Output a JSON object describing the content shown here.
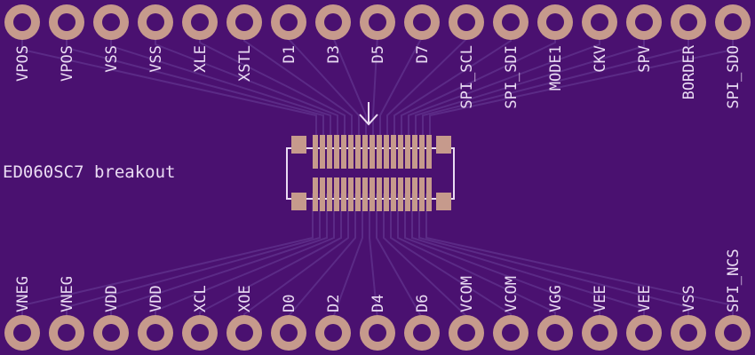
{
  "board": {
    "title": "ED060SC7 breakout",
    "colors": {
      "background": "#4a1170",
      "trace": "#5b2a86",
      "pad_copper": "#c69a8c",
      "hole": "#4a1170",
      "silkscreen": "#eadcf3"
    }
  },
  "pins_top": [
    "VPOS",
    "VPOS",
    "VSS",
    "VSS",
    "XLE",
    "XSTL",
    "D1",
    "D3",
    "D5",
    "D7",
    "SPI_SCL",
    "SPI_SDI",
    "MODE1",
    "CKV",
    "SPV",
    "BORDER",
    "SPI_SDO"
  ],
  "pins_bottom": [
    "VNEG",
    "VNEG",
    "VDD",
    "VDD",
    "XCL",
    "XOE",
    "D0",
    "D2",
    "D4",
    "D6",
    "VCOM",
    "VCOM",
    "VGG",
    "VEE",
    "VEE",
    "VSS",
    "SPI_NCS"
  ],
  "connector": {
    "arrow_icon": "down-arrow-icon"
  }
}
